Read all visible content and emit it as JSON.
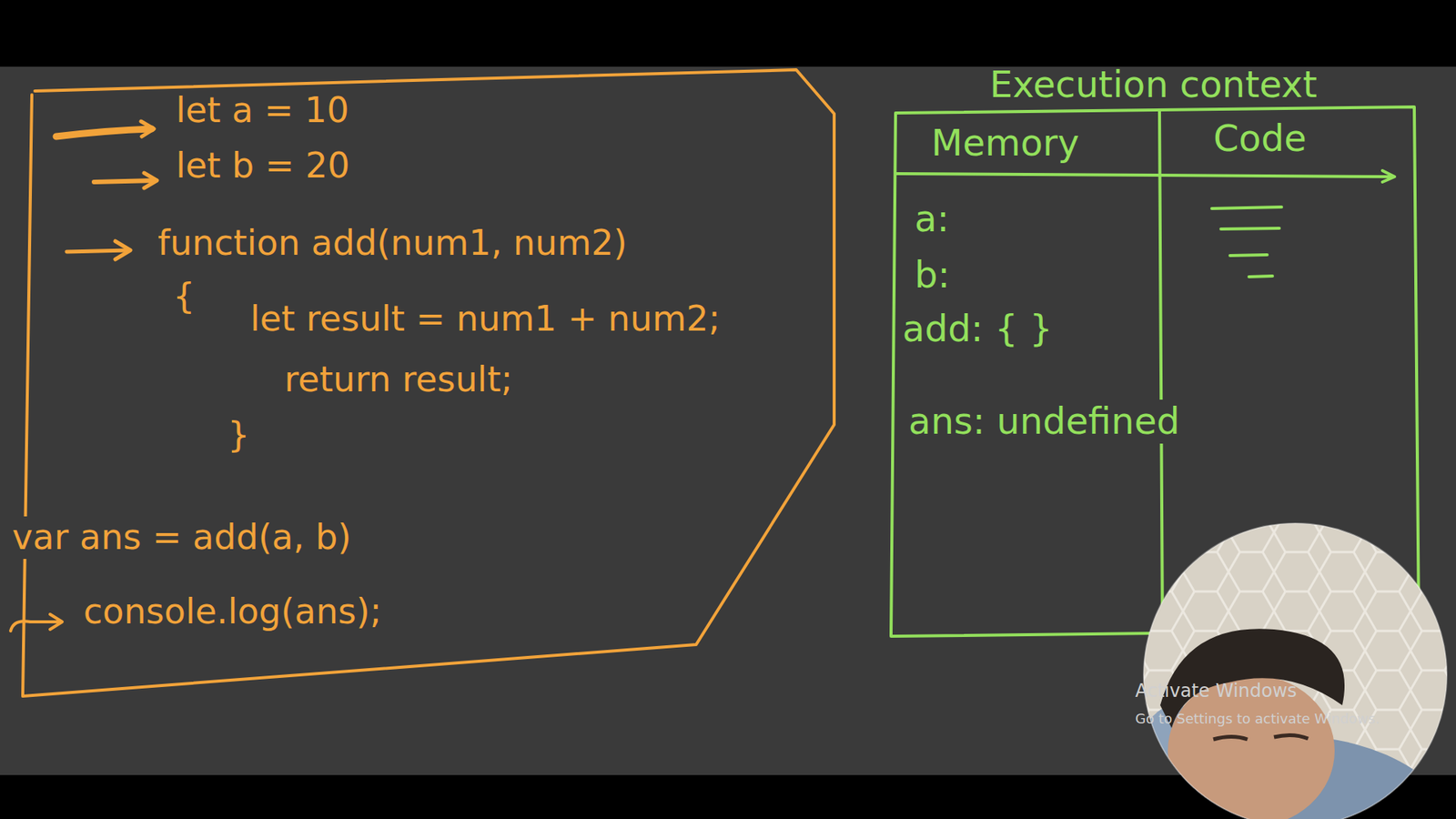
{
  "diagram": {
    "nodes": [
      {
        "text": [
          "let a = 10",
          "let b = 20",
          "function add(num1, num2)",
          "{",
          "let result = num1 + num2;",
          "return result;",
          "}",
          "var ans = add(a, b)",
          "console.log(ans);"
        ]
      },
      {
        "text": [
          "Execution context"
        ]
      },
      {
        "text": [
          "Memory",
          "a:",
          "b:",
          "add: { }",
          "ans: undefined"
        ],
        "in": 1
      },
      {
        "text": [
          "Code"
        ],
        "in": 1
      }
    ],
    "labels": [
      "Activate Windows",
      "Go to Settings to activate Windows."
    ]
  }
}
